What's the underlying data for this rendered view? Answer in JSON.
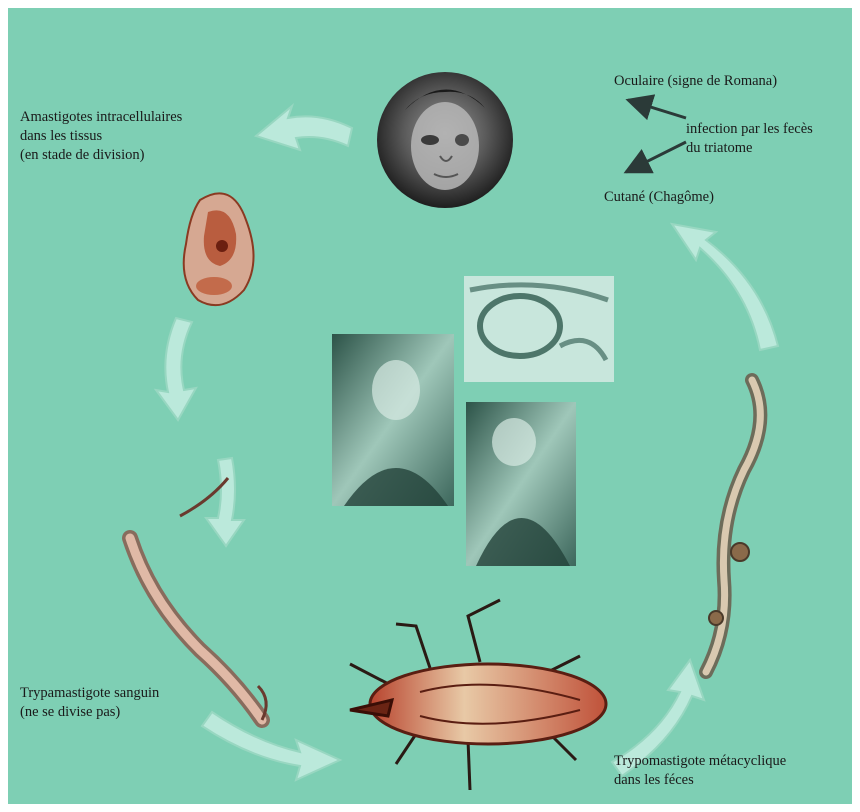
{
  "colors": {
    "background": "#7ecfb4",
    "arrow_fill": "#c2ece0",
    "arrow_stroke": "#9bd8c3",
    "text": "#1a1a1a",
    "pointer": "#2b3a38"
  },
  "labels": {
    "amastigotes": [
      "Amastigotes intracellulaires",
      "dans les tissus",
      "(en stade de division)"
    ],
    "oculaire": "Oculaire (signe de Romana)",
    "infection": [
      "infection par les fecès",
      "du triatome"
    ],
    "cutane": "Cutané (Chagôme)",
    "trypamastigote": [
      "Trypamastigote sanguin",
      "(ne se divise pas)"
    ],
    "trypomastigote_meta": [
      "Trypomastigote métacyclique",
      "dans les féces"
    ]
  },
  "images": [
    {
      "name": "child-face-photo",
      "depicts": "child with swollen eye (Romana sign)"
    },
    {
      "name": "amastigote-cell-illustration",
      "depicts": "host cell with dividing amastigotes"
    },
    {
      "name": "blood-trypomastigote-illustration",
      "depicts": "blood trypomastigote with flagellum"
    },
    {
      "name": "triatomine-bug-illustration",
      "depicts": "triatomine bug"
    },
    {
      "name": "metacyclic-trypomastigote-illustration",
      "depicts": "metacyclic trypomastigotes"
    },
    {
      "name": "man-photo",
      "depicts": "adult patient photo"
    },
    {
      "name": "micrograph-photo",
      "depicts": "tissue micrograph"
    },
    {
      "name": "child-hugging-photo",
      "depicts": "child patient photo"
    }
  ],
  "cycle_arrows": [
    {
      "name": "arrow-top-left",
      "direction": "counter-clockwise"
    },
    {
      "name": "arrow-left-upper",
      "direction": "down"
    },
    {
      "name": "arrow-left-lower",
      "direction": "down"
    },
    {
      "name": "arrow-bottom-left",
      "direction": "right"
    },
    {
      "name": "arrow-bottom-right",
      "direction": "up"
    },
    {
      "name": "arrow-right",
      "direction": "up"
    }
  ]
}
